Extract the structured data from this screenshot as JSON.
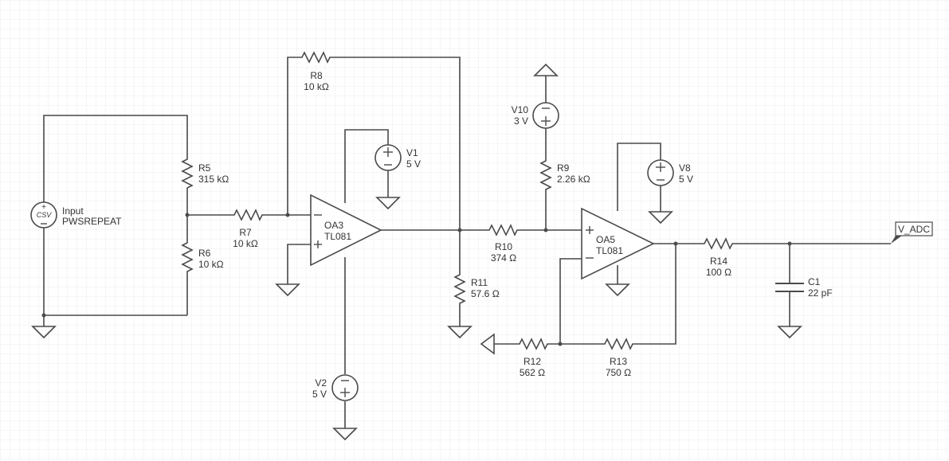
{
  "colors": {
    "wire": "#4a4a4a",
    "grid": "#e3e3e3",
    "background": "#ffffff",
    "text": "#333333"
  },
  "input_source": {
    "name": "Input",
    "mode": "PWSREPEAT",
    "symbol": "CSV"
  },
  "resistors": {
    "R5": {
      "name": "R5",
      "value": "315 kΩ"
    },
    "R6": {
      "name": "R6",
      "value": "10 kΩ"
    },
    "R7": {
      "name": "R7",
      "value": "10 kΩ"
    },
    "R8": {
      "name": "R8",
      "value": "10 kΩ"
    },
    "R9": {
      "name": "R9",
      "value": "2.26 kΩ"
    },
    "R10": {
      "name": "R10",
      "value": "374 Ω"
    },
    "R11": {
      "name": "R11",
      "value": "57.6 Ω"
    },
    "R12": {
      "name": "R12",
      "value": "562 Ω"
    },
    "R13": {
      "name": "R13",
      "value": "750 Ω"
    },
    "R14": {
      "name": "R14",
      "value": "100 Ω"
    }
  },
  "capacitors": {
    "C1": {
      "name": "C1",
      "value": "22 pF"
    }
  },
  "voltage_sources": {
    "V1": {
      "name": "V1",
      "value": "5 V"
    },
    "V2": {
      "name": "V2",
      "value": "5 V"
    },
    "V8": {
      "name": "V8",
      "value": "5 V"
    },
    "V10": {
      "name": "V10",
      "value": "3 V"
    }
  },
  "opamps": {
    "OA3": {
      "name": "OA3",
      "model": "TL081"
    },
    "OA5": {
      "name": "OA5",
      "model": "TL081"
    }
  },
  "net_labels": {
    "output": "V_ADC"
  }
}
